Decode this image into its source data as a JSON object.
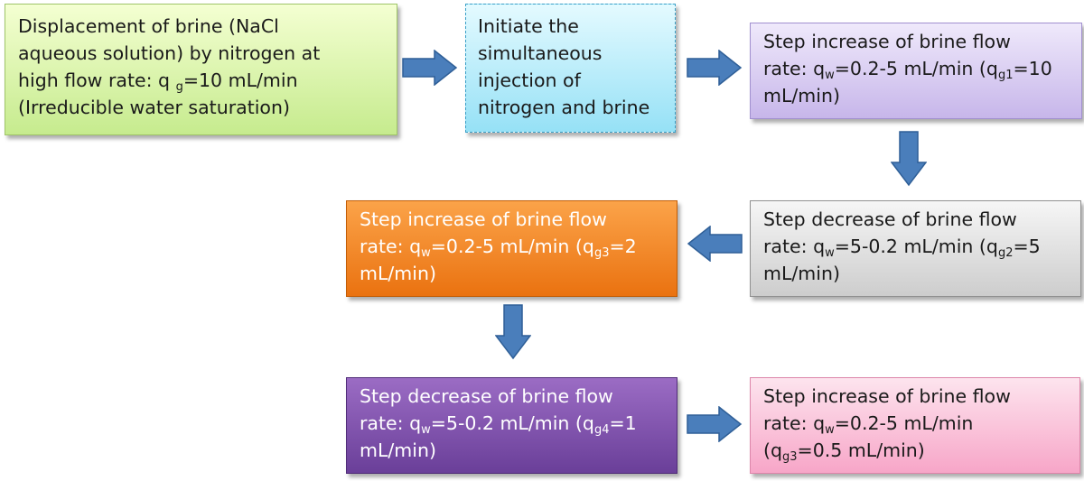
{
  "diagram": {
    "colors": {
      "arrow_fill": "#4a7ebb",
      "arrow_stroke": "#2f5f97"
    },
    "boxes": {
      "b1": {
        "line1": "Displacement of brine (NaCl",
        "line2": "aqueous solution) by nitrogen at",
        "line3_pre": "high flow rate: q",
        "line3_sub": "g",
        "line3_post": "=10 mL/min",
        "line4": "(Irreducible water saturation)"
      },
      "b2": {
        "line1": "Initiate the",
        "line2": "simultaneous",
        "line3": "injection of",
        "line4": "nitrogen and brine"
      },
      "b3": {
        "line1": "Step increase of brine flow",
        "line2_pre": "rate: q",
        "line2_sub1": "w",
        "line2_mid": "=0.2-5 mL/min (q",
        "line2_sub2": "g1",
        "line2_post": "=10",
        "line3": "mL/min)"
      },
      "b4": {
        "line1": "Step decrease of brine flow",
        "line2_pre": "rate: q",
        "line2_sub1": "w",
        "line2_mid": "=5-0.2 mL/min (q",
        "line2_sub2": "g2",
        "line2_post": "=5",
        "line3": "mL/min)"
      },
      "b5": {
        "line1": "Step increase of brine flow",
        "line2_pre": "rate: q",
        "line2_sub1": "w",
        "line2_mid": "=0.2-5 mL/min (q",
        "line2_sub2": "g3",
        "line2_post": "=2",
        "line3": "mL/min)"
      },
      "b6": {
        "line1": "Step decrease of brine flow",
        "line2_pre": "rate: q",
        "line2_sub1": "w",
        "line2_mid": "=5-0.2 mL/min (q",
        "line2_sub2": "g4",
        "line2_post": "=1",
        "line3": "mL/min)"
      },
      "b7": {
        "line1": "Step increase of brine flow",
        "line2_pre": "rate: q",
        "line2_sub1": "w",
        "line2_post": "=0.2-5 mL/min",
        "line3_pre": "(q",
        "line3_sub": "g3",
        "line3_post": "=0.5 mL/min)"
      }
    }
  }
}
